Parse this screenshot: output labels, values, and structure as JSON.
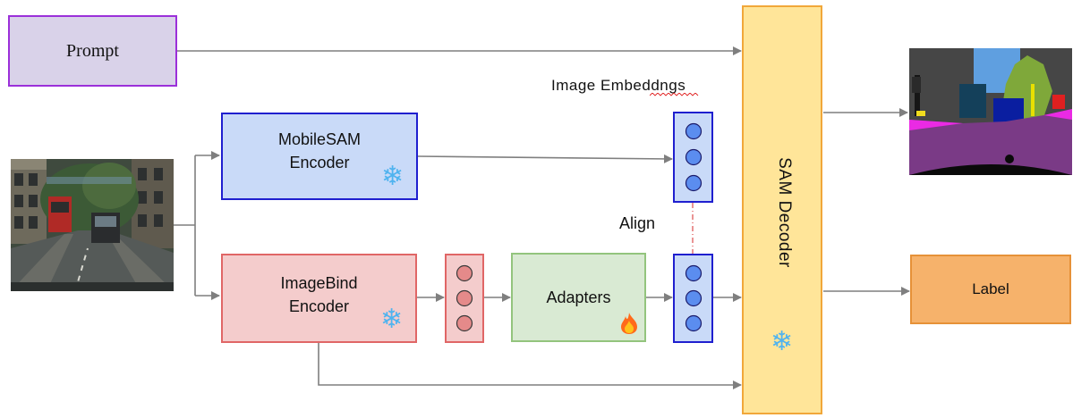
{
  "prompt": {
    "label": "Prompt"
  },
  "mobilesam_encoder": {
    "line1": "MobileSAM",
    "line2": "Encoder"
  },
  "imagebind_encoder": {
    "line1": "ImageBind",
    "line2": "Encoder"
  },
  "adapters": {
    "label": "Adapters"
  },
  "sam_decoder": {
    "label": "SAM Decoder"
  },
  "label_box": {
    "label": "Label"
  },
  "image_embeddings_caption": "Image Embeddngs",
  "align_caption": "Align",
  "icons": {
    "frozen": "snowflake-icon",
    "trainable": "fire-icon"
  },
  "colors": {
    "prompt_fill": "#d9d2e9",
    "prompt_border": "#9b30d9",
    "mobilesam_fill": "#c9daf8",
    "mobilesam_border": "#1f1fcf",
    "imagebind_fill": "#f4cccc",
    "imagebind_border": "#e06666",
    "adapters_fill": "#d9ead3",
    "adapters_border": "#93c47d",
    "decoder_fill": "#ffe599",
    "decoder_border": "#f1a73a",
    "label_fill": "#f6b26b",
    "label_border": "#e69138",
    "token_blue": "#5b8def",
    "token_red": "#e06666",
    "arrow": "#7f7f7f",
    "align_line": "#e06666"
  }
}
